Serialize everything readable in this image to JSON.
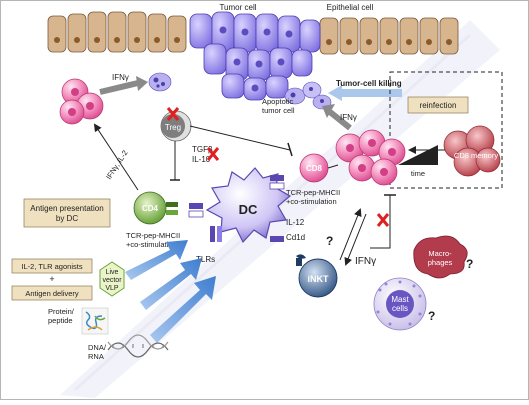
{
  "labels": {
    "tumor_cell": "Tumor cell",
    "epithelial_cell": "Epithelial cell",
    "ifng_top_left": "IFNγ",
    "tumor_cell_killing": "Tumor-cell killing",
    "reinfection": "reinfection",
    "apoptotic_1": "Apoptotic",
    "apoptotic_2": "tumor cell",
    "ifng_right": "IFNγ",
    "treg": "Treg",
    "tgfb": "TGFβ",
    "il10": "IL-10",
    "cd8_memory": "CD8 memory",
    "time": "time",
    "ifng_il2": "IFNγ, IL-2",
    "cd8": "CD8",
    "tcr_cd8_1": "TCR-pep-MHCII",
    "tcr_cd8_2": "+co-stimulation",
    "dc": "DC",
    "il12": "IL-12",
    "cd4": "CD4",
    "antigen_presentation_1": "Antigen presentation",
    "antigen_presentation_2": "by DC",
    "tcr_cd4_1": "TCR-pep-MHCII",
    "tcr_cd4_2": "+co-stimulation",
    "cd1d": "Cd1d",
    "tlrs": "TLRs",
    "inkt": "iNKT",
    "ifng_bottom": "IFNγ",
    "question_1": "?",
    "question_2": "?",
    "question_3": "?",
    "macrophages_1": "Macro-",
    "macrophages_2": "phages",
    "il2_tlr": "IL-2, TLR agonists",
    "plus": "+",
    "antigen_delivery": "Antigen delivery",
    "live_1": "Live",
    "live_2": "vector",
    "live_3": "VLP",
    "mast_1": "Mast",
    "mast_2": "cells",
    "protein_1": "Protein/",
    "protein_2": "peptide",
    "dna_1": "DNA/",
    "dna_2": "RNA"
  },
  "colors": {
    "tumor": "#8b7ee6",
    "epithelial": "#d7b58f",
    "pink_cell": "#ee6fa6",
    "cd8": "#f06aa6",
    "dc": "#7b68c8",
    "cd4": "#5f9c2f",
    "inkt": "#365a8a",
    "treg": "#8a8a8a",
    "memory": "#c84b55",
    "blue_arrow": "#5b94d6",
    "red_x": "#e02020",
    "label_box": "#efe1c0"
  }
}
